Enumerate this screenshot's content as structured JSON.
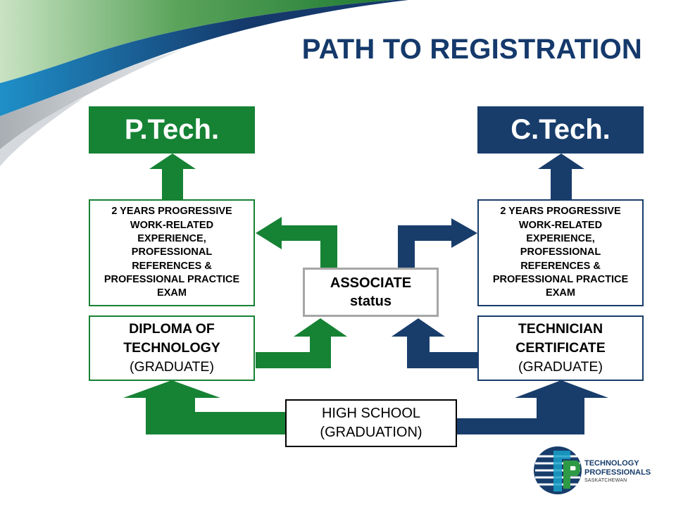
{
  "title": "PATH TO REGISTRATION",
  "designations": {
    "left": "P.Tech.",
    "right": "C.Tech."
  },
  "requirements": {
    "left": [
      "2 YEARS PROGRESSIVE",
      "WORK-RELATED",
      "EXPERIENCE,",
      "PROFESSIONAL",
      "REFERENCES &",
      "PROFESSIONAL PRACTICE",
      "EXAM"
    ],
    "right": [
      "2 YEARS PROGRESSIVE",
      "WORK-RELATED",
      "EXPERIENCE,",
      "PROFESSIONAL",
      "REFERENCES &",
      "PROFESSIONAL PRACTICE",
      "EXAM"
    ]
  },
  "associate": {
    "line1": "ASSOCIATE",
    "line2": "status"
  },
  "education": {
    "left": {
      "line1": "DIPLOMA OF",
      "line2": "TECHNOLOGY",
      "line3": "(GRADUATE)"
    },
    "right": {
      "line1": "TECHNICIAN",
      "line2": "CERTIFICATE",
      "line3": "(GRADUATE)"
    }
  },
  "high_school": {
    "line1": "HIGH SCHOOL",
    "line2": "(GRADUATION)"
  },
  "logo": {
    "line1": "TECHNOLOGY",
    "line2": "PROFESSIONALS",
    "line3": "SASKATCHEWAN"
  },
  "colors": {
    "green": "#168234",
    "navy": "#183d6b",
    "grey_border": "#a6a6a6",
    "title": "#15396b"
  }
}
